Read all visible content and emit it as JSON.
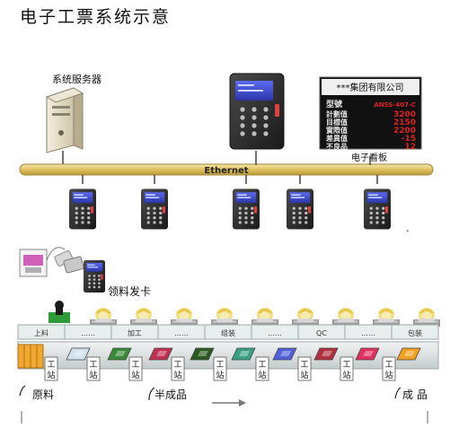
{
  "title": "电子工票系统示意",
  "server": {
    "label": "系统服务器"
  },
  "network": {
    "label": "Ethernet"
  },
  "board": {
    "header": "***集团有限公司",
    "model_label": "型號",
    "model_value": "ANSS-407-C",
    "rows": [
      {
        "label": "計劃值",
        "value": "3200"
      },
      {
        "label": "目標值",
        "value": "2150"
      },
      {
        "label": "實際值",
        "value": "2200"
      },
      {
        "label": "差異值",
        "value": "-15"
      },
      {
        "label": "不良品",
        "value": "12"
      }
    ],
    "caption": "电子看板",
    "colors": {
      "background": "#111111",
      "text": "#e02020",
      "header_bg": "#f0f0f0"
    }
  },
  "card_issue": {
    "label": "领料发卡"
  },
  "line": {
    "sections": [
      "上料",
      "……",
      "加工",
      "……",
      "组装",
      "……",
      "QC",
      "……",
      "包装"
    ],
    "station_char_top": "工",
    "station_char_bottom": "站",
    "station_count": 9,
    "worker_count": 9
  },
  "bottom": {
    "raw": "原料",
    "semi": "半成品",
    "finished": "成  品"
  },
  "colors": {
    "ethernet_bar": "#e3c86a",
    "server": "#e8e0c8",
    "terminal": "#2a2a2a",
    "screen": "#3a4ad0"
  }
}
